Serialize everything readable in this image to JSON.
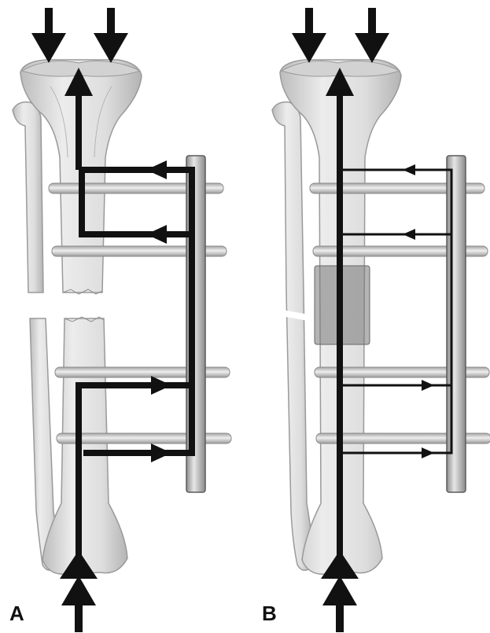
{
  "panels": [
    {
      "id": "A",
      "label": "A"
    },
    {
      "id": "B",
      "label": "B"
    }
  ],
  "colors": {
    "bone_fill": "#e2e2e2",
    "bone_shade": "#c4c4c4",
    "bone_outline": "#9a9a9a",
    "rod_fill": "#bdbdbd",
    "pin_fill": "#cfcfcf",
    "arrow": "#111111",
    "callus": "#777777"
  }
}
